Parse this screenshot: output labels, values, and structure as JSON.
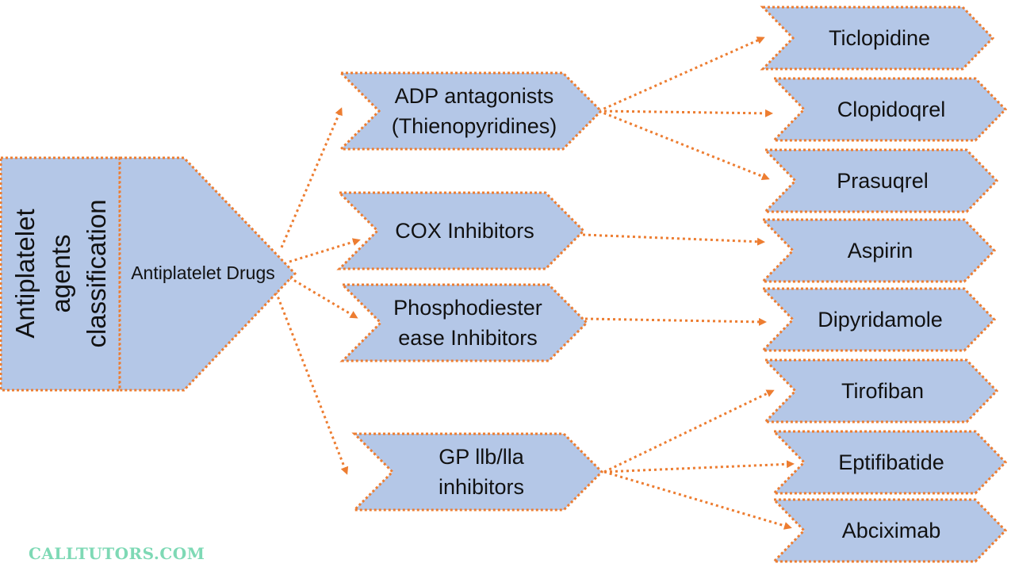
{
  "root": {
    "title_lines": [
      "Antiplatelet",
      "agents",
      "classification"
    ],
    "label": "Antiplatelet Drugs"
  },
  "classes": [
    {
      "id": "adp",
      "lines": [
        "ADP antagonists",
        "(Thienopyridines)"
      ]
    },
    {
      "id": "cox",
      "lines": [
        "COX Inhibitors"
      ]
    },
    {
      "id": "pde",
      "lines": [
        "Phosphodiester",
        "ease Inhibitors"
      ]
    },
    {
      "id": "gp",
      "lines": [
        "GP llb/lla",
        "inhibitors"
      ]
    }
  ],
  "drugs": [
    {
      "id": "ticlopidine",
      "label": "Ticlopidine",
      "class": "adp"
    },
    {
      "id": "clopidogrel",
      "label": "Clopidoqrel",
      "class": "adp"
    },
    {
      "id": "prasugrel",
      "label": "Prasuqrel",
      "class": "adp"
    },
    {
      "id": "aspirin",
      "label": "Aspirin",
      "class": "cox"
    },
    {
      "id": "dipyridamole",
      "label": "Dipyridamole",
      "class": "pde"
    },
    {
      "id": "tirofiban",
      "label": "Tirofiban",
      "class": "gp"
    },
    {
      "id": "eptifibatide",
      "label": "Eptifibatide",
      "class": "gp"
    },
    {
      "id": "abciximab",
      "label": "Abciximab",
      "class": "gp"
    }
  ],
  "watermark": "CALLTUTORS.COM",
  "colors": {
    "fill": "#b4c7e7",
    "border": "#ed7d31",
    "arrow": "#ed7d31",
    "text": "#111111",
    "watermark": "#7ed9b5"
  }
}
